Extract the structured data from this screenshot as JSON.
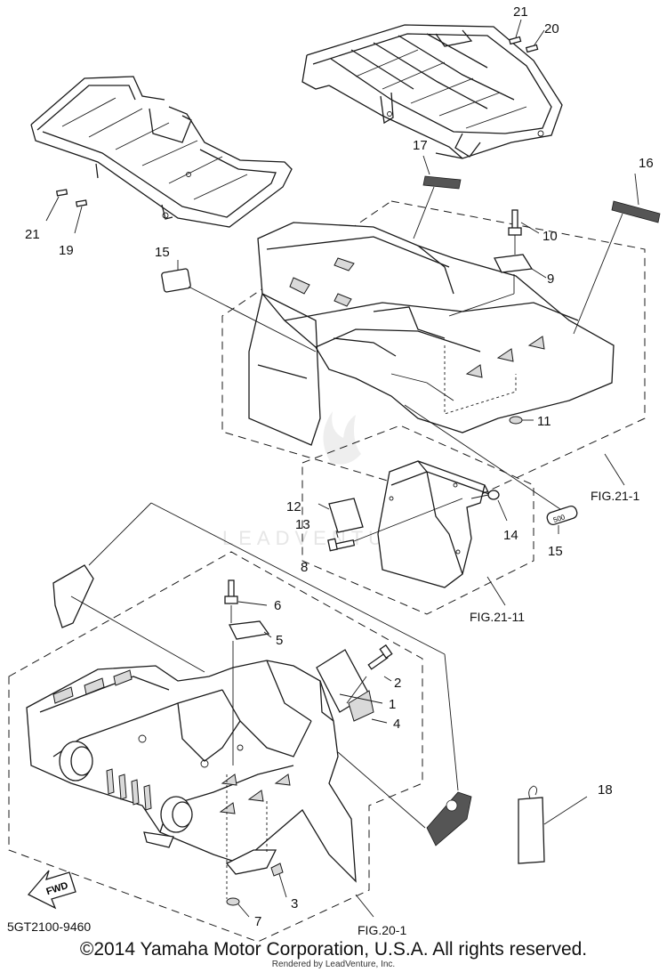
{
  "diagram": {
    "watermark": "LEADVENTURE",
    "callouts": {
      "p1": "1",
      "p2": "2",
      "p3": "3",
      "p4": "4",
      "p5": "5",
      "p6": "6",
      "p7": "7",
      "p8": "8",
      "p9": "9",
      "p10": "10",
      "p11": "11",
      "p12": "12",
      "p13": "13",
      "p14": "14",
      "p15a": "15",
      "p15b": "15",
      "p16": "16",
      "p17": "17",
      "p18": "18",
      "p19": "19",
      "p20": "20",
      "p21a": "21",
      "p21b": "21"
    },
    "figure_refs": {
      "rear_fender": "FIG.21-1",
      "flap": "FIG.21-11",
      "front_fender": "FIG.20-1"
    },
    "fwd_label": "FWD",
    "decal_text": "500",
    "catalog_code": "5GT2100-9460",
    "copyright": "©2014 Yamaha Motor Corporation, U.S.A. All rights reserved.",
    "rendered_by": "Rendered by LeadVenture, Inc."
  }
}
